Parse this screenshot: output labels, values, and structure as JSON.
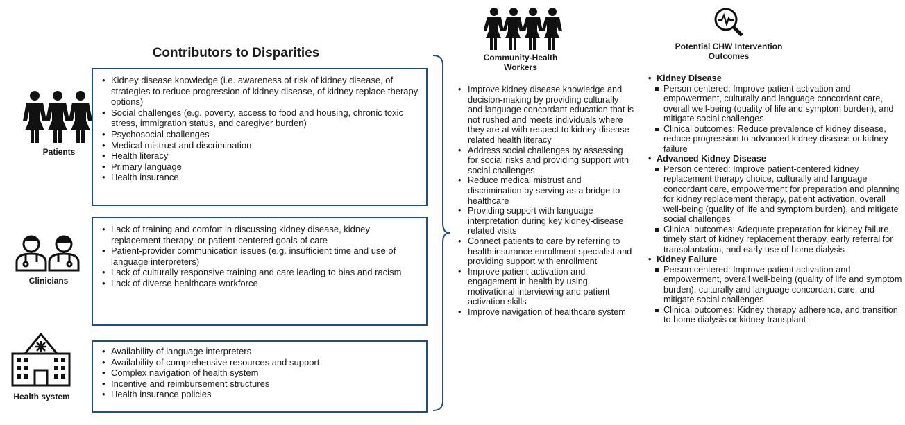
{
  "contributors": {
    "title": "Contributors to Disparities",
    "patients": {
      "label": "Patients",
      "items": [
        "Kidney disease knowledge (i.e. awareness of risk of kidney disease, of strategies to reduce progression of kidney disease, of kidney replace therapy options)",
        "Social challenges (e.g. poverty, access to food and housing, chronic toxic stress, immigration status, and caregiver burden)",
        "Psychosocial challenges",
        "Medical mistrust and discrimination",
        "Health literacy",
        "Primary language",
        "Health insurance"
      ]
    },
    "clinicians": {
      "label": "Clinicians",
      "items": [
        "Lack of training and comfort in discussing kidney disease, kidney replacement therapy, or patient-centered goals of care",
        "Patient-provider communication issues (e.g. insufficient time and use of language interpreters)",
        "Lack of culturally responsive training and care leading to bias and racism",
        "Lack of diverse healthcare workforce"
      ]
    },
    "health_system": {
      "label": "Health system",
      "items": [
        "Availability of language interpreters",
        "Availability of comprehensive resources and support",
        "Complex navigation of health system",
        "Incentive and reimbursement structures",
        "Health insurance policies"
      ]
    }
  },
  "chw": {
    "header": "Community-Health Workers",
    "items": [
      "Improve kidney disease knowledge and decision-making by providing culturally and language concordant education that is not rushed and meets individuals where they are at with respect to kidney disease-related health literacy",
      "Address social challenges by assessing for social risks and providing support with social challenges",
      "Reduce medical mistrust and discrimination by serving as a bridge to healthcare",
      "Providing support with language interpretation during key kidney-disease related visits",
      "Connect patients to care by referring to health insurance enrollment specialist and providing support with enrollment",
      "Improve patient activation and engagement in health by using motivational interviewing and patient activation skills",
      "Improve navigation of healthcare system"
    ]
  },
  "outcomes": {
    "header": "Potential CHW Intervention Outcomes",
    "categories": [
      {
        "name": "Kidney Disease",
        "items": [
          "Person centered: Improve patient activation and empowerment, culturally and language concordant care, overall well-being (quality of life and symptom burden), and mitigate social challenges",
          "Clinical outcomes: Reduce prevalence of kidney disease, reduce progression to advanced kidney disease or kidney failure"
        ]
      },
      {
        "name": "Advanced Kidney Disease",
        "items": [
          "Person centered: Improve patient-centered kidney replacement therapy choice, culturally and language concordant care, empowerment for preparation and planning for kidney replacement therapy, patient activation, overall well-being (quality of life and symptom burden), and mitigate social challenges",
          "Clinical outcomes: Adequate preparation for kidney failure, timely start of kidney replacement therapy, early referral for transplantation, and early use of home dialysis"
        ]
      },
      {
        "name": "Kidney Failure",
        "items": [
          "Person centered: Improve patient activation and empowerment, overall well-being (quality of life and symptom burden), culturally and language concordant care, and mitigate social challenges",
          "Clinical outcomes: Kidney therapy adherence, and transition to home dialysis or kidney transplant"
        ]
      }
    ]
  },
  "colors": {
    "box_border": "#1f4e8c",
    "text": "#1a1a1a"
  }
}
